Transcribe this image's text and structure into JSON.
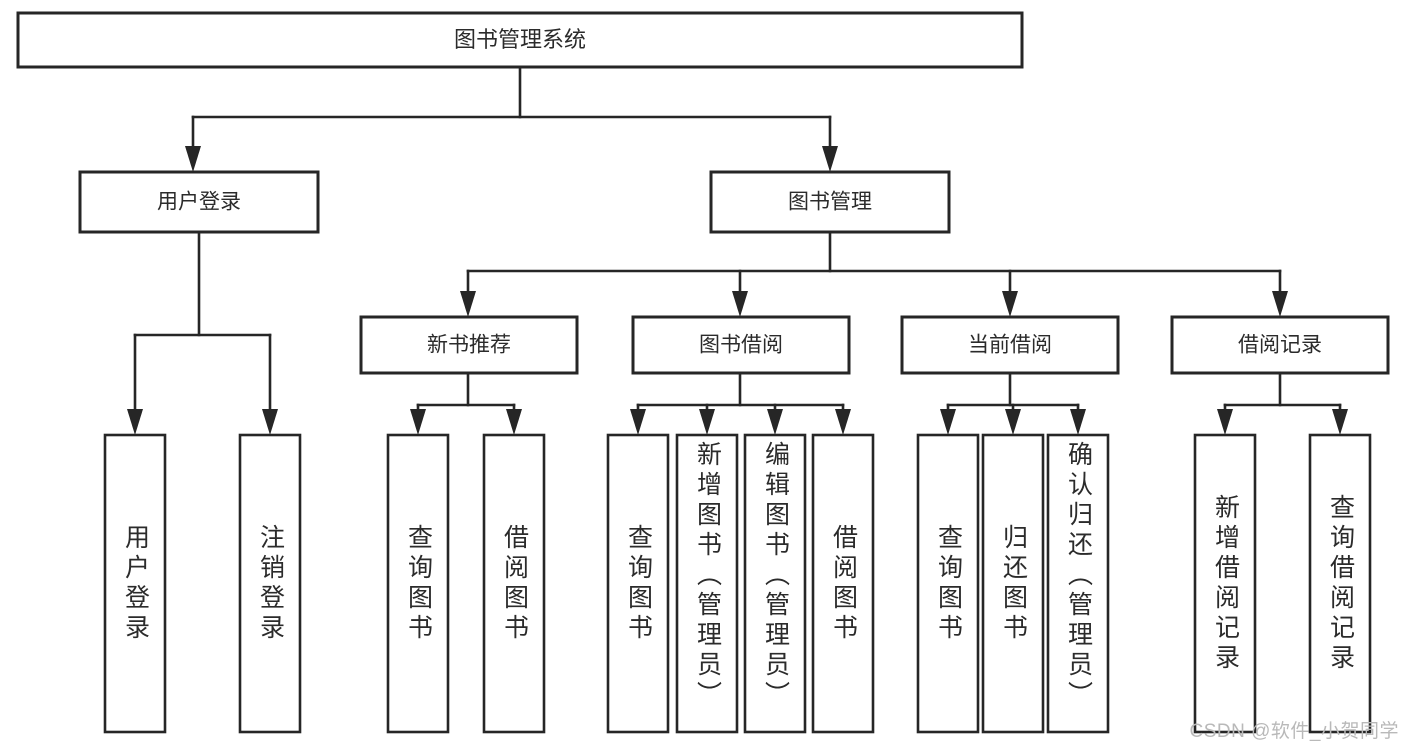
{
  "diagram": {
    "type": "tree-hierarchy-chart",
    "title_node": {
      "label": "图书管理系统"
    },
    "level2": [
      {
        "id": "user-login",
        "label": "用户登录"
      },
      {
        "id": "book-management",
        "label": "图书管理"
      }
    ],
    "level3": [
      {
        "id": "new-book-recommend",
        "label": "新书推荐"
      },
      {
        "id": "book-borrow",
        "label": "图书借阅"
      },
      {
        "id": "current-borrow",
        "label": "当前借阅"
      },
      {
        "id": "borrow-record",
        "label": "借阅记录"
      }
    ],
    "leaves": {
      "user_login": [
        {
          "id": "leaf-user-login",
          "label": "用户登录"
        },
        {
          "id": "leaf-logout-login",
          "label": "注销登录"
        }
      ],
      "new_book_recommend": [
        {
          "id": "leaf-query-book-1",
          "label": "查询图书"
        },
        {
          "id": "leaf-borrow-book-1",
          "label": "借阅图书"
        }
      ],
      "book_borrow": [
        {
          "id": "leaf-query-book-2",
          "label": "查询图书"
        },
        {
          "id": "leaf-add-book",
          "label": "新增图书（管理员）"
        },
        {
          "id": "leaf-edit-book",
          "label": "编辑图书（管理员）"
        },
        {
          "id": "leaf-borrow-book-2",
          "label": "借阅图书"
        }
      ],
      "current_borrow": [
        {
          "id": "leaf-query-book-3",
          "label": "查询图书"
        },
        {
          "id": "leaf-return-book",
          "label": "归还图书"
        },
        {
          "id": "leaf-confirm-return",
          "label": "确认归还（管理员）"
        }
      ],
      "borrow_record": [
        {
          "id": "leaf-add-record",
          "label": "新增借阅记录"
        },
        {
          "id": "leaf-query-record",
          "label": "查询借阅记录"
        }
      ]
    },
    "watermark": "CSDN @软件_小贺同学",
    "colors": {
      "stroke": "#262626",
      "fill": "#ffffff",
      "text": "#2b2b2b",
      "watermark": "#b9b9b9"
    }
  }
}
